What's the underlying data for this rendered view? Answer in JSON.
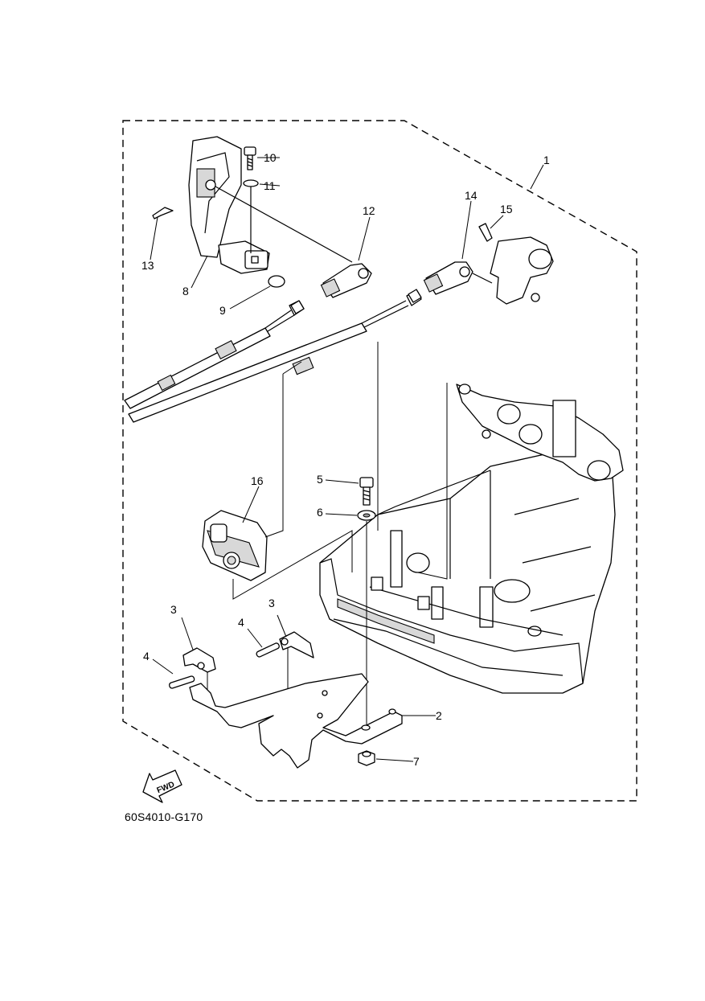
{
  "diagram": {
    "code": "60S4010-G170",
    "fwd_label": "FWD",
    "callouts": [
      {
        "id": "c1",
        "label": "1"
      },
      {
        "id": "c2",
        "label": "2"
      },
      {
        "id": "c3a",
        "label": "3"
      },
      {
        "id": "c3b",
        "label": "3"
      },
      {
        "id": "c4a",
        "label": "4"
      },
      {
        "id": "c4b",
        "label": "4"
      },
      {
        "id": "c5",
        "label": "5"
      },
      {
        "id": "c6",
        "label": "6"
      },
      {
        "id": "c7",
        "label": "7"
      },
      {
        "id": "c8",
        "label": "8"
      },
      {
        "id": "c9",
        "label": "9"
      },
      {
        "id": "c10",
        "label": "10"
      },
      {
        "id": "c11",
        "label": "11"
      },
      {
        "id": "c12",
        "label": "12"
      },
      {
        "id": "c13",
        "label": "13"
      },
      {
        "id": "c14",
        "label": "14"
      },
      {
        "id": "c15",
        "label": "15"
      },
      {
        "id": "c16",
        "label": "16"
      }
    ]
  }
}
